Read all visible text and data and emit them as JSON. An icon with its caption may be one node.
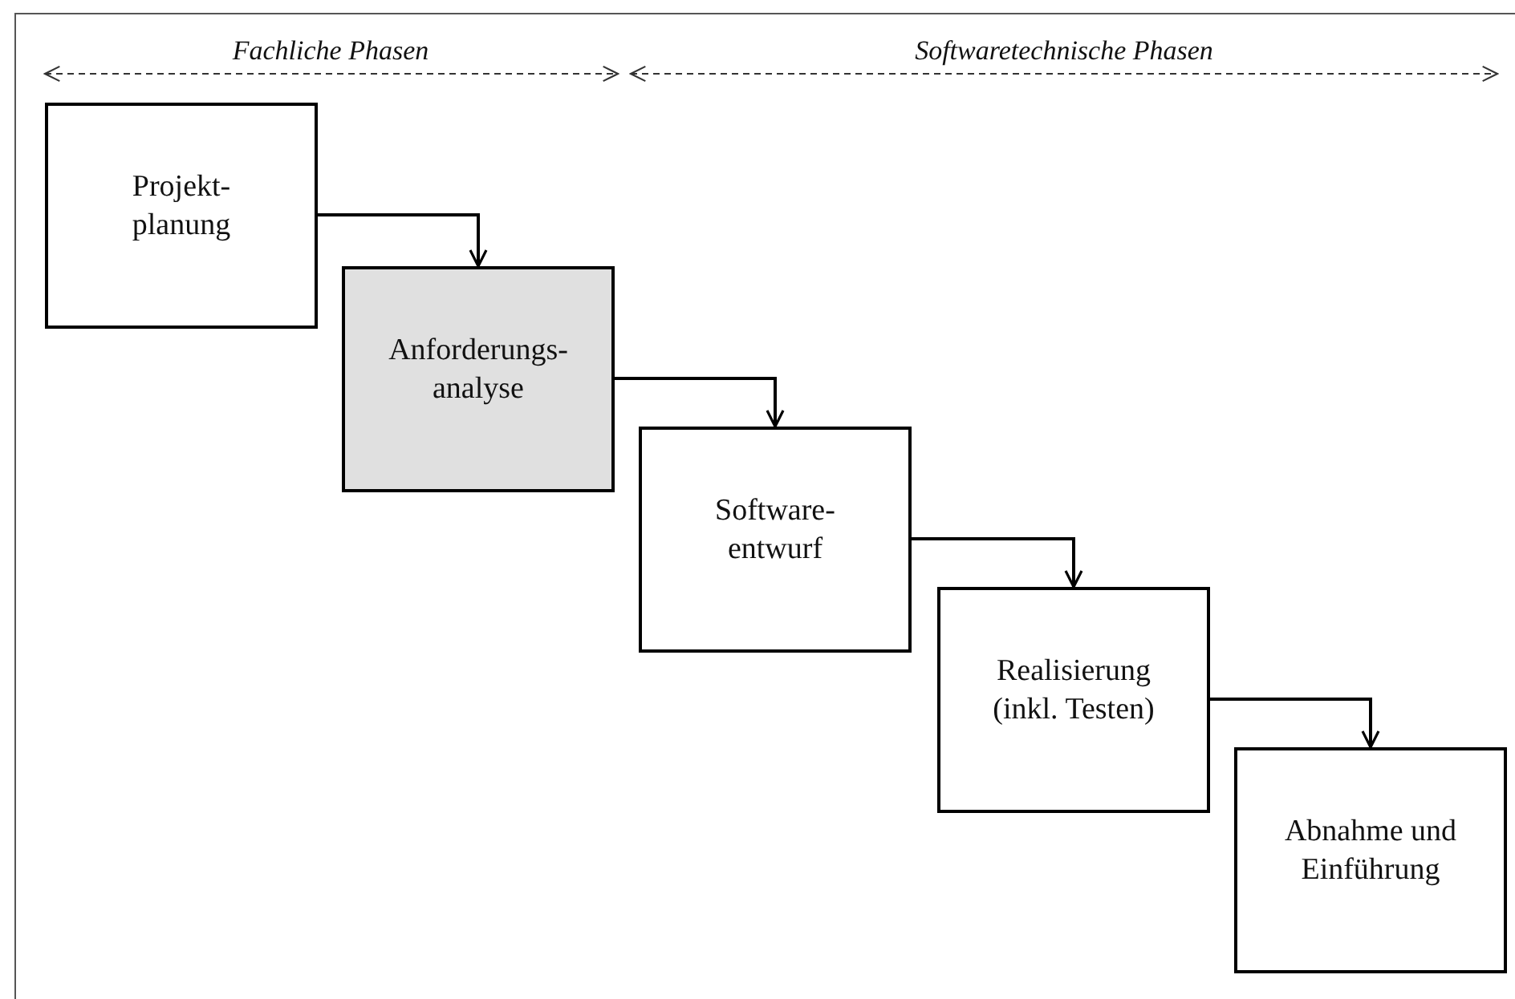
{
  "diagram": {
    "nodes": [
      {
        "text": [
          "Projekt- planung"
        ]
      },
      {
        "text": [
          "Anforderungs- analyse"
        ]
      },
      {
        "text": [
          "Software- entwurf"
        ]
      },
      {
        "text": [
          "Realisierung (inkl. Testen)"
        ]
      },
      {
        "text": [
          "Abnahme und Einführung"
        ]
      }
    ],
    "edges": [
      {
        "from": 0,
        "to": 1,
        "arrow": "to"
      },
      {
        "from": 1,
        "to": 2,
        "arrow": "to"
      },
      {
        "from": 2,
        "to": 3,
        "arrow": "to"
      },
      {
        "from": 3,
        "to": 4,
        "arrow": "to"
      }
    ],
    "labels": [
      "Fachliche Phasen",
      "Softwaretechnische Phasen"
    ]
  }
}
